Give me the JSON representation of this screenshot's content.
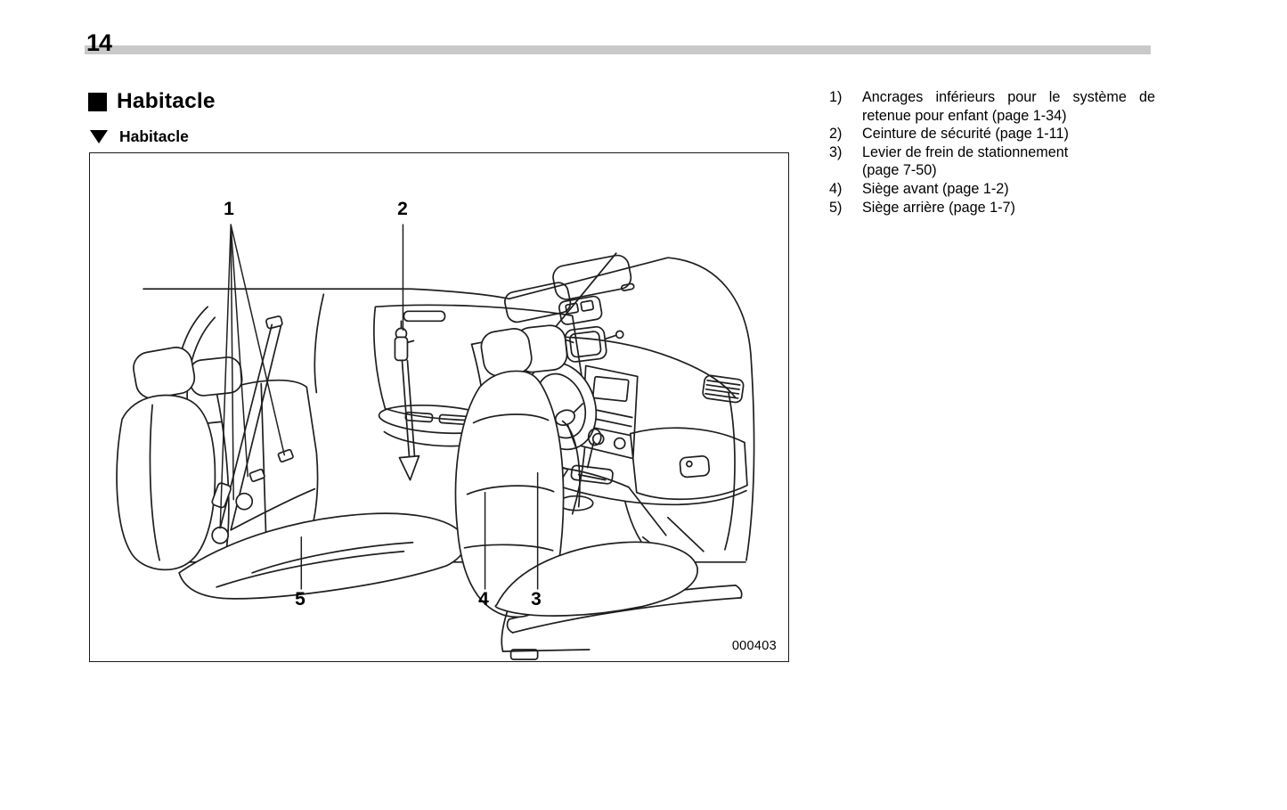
{
  "page": {
    "number": "14"
  },
  "headings": {
    "main": "Habitacle",
    "sub": "Habitacle"
  },
  "figure": {
    "code": "000403",
    "callouts": [
      {
        "label": "1"
      },
      {
        "label": "2"
      },
      {
        "label": "3"
      },
      {
        "label": "4"
      },
      {
        "label": "5"
      }
    ]
  },
  "legend": {
    "items": [
      {
        "num": "1)",
        "lines": [
          "Ancrages inférieurs pour le système de",
          "retenue pour enfant (page 1-34)"
        ]
      },
      {
        "num": "2)",
        "lines": [
          "Ceinture de sécurité (page 1-11)"
        ]
      },
      {
        "num": "3)",
        "lines": [
          "Levier de frein de stationnement",
          "(page 7-50)"
        ]
      },
      {
        "num": "4)",
        "lines": [
          "Siège avant (page 1-2)"
        ]
      },
      {
        "num": "5)",
        "lines": [
          "Siège arrière (page 1-7)"
        ]
      }
    ]
  },
  "colors": {
    "text": "#000000",
    "header_rule": "#c9c9c9",
    "line_art": "#1f1f1f"
  }
}
